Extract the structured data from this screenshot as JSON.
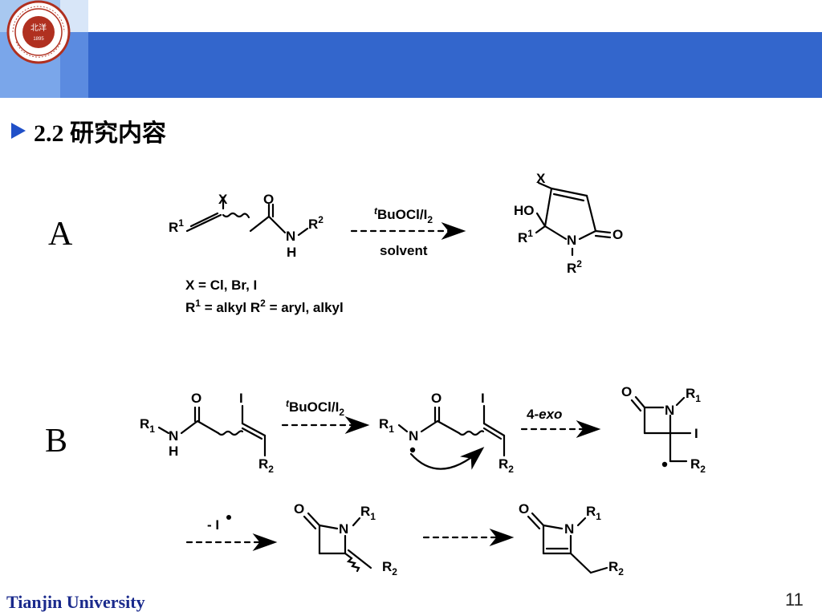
{
  "header": {
    "logo": {
      "icon": "tianjin-university-seal",
      "seal_text": "TIANJIN UNIVERSITY (PEIYANG UNIVERSITY) 北洋 1895 天津大學"
    },
    "colors": {
      "banner": "#3366cc",
      "light_square": "#a8c8f0",
      "mid_square": "#5b8be0"
    }
  },
  "section": {
    "bullet_icon": "arrow-bullet-icon",
    "title": "2.2 研究内容"
  },
  "labels": {
    "a": "A",
    "b": "B"
  },
  "scheme_a": {
    "reactant": {
      "x": "X",
      "o": "O",
      "r1": "R",
      "r1_sup": "1",
      "n": "N",
      "h": "H",
      "r2": "R",
      "r2_sup": "2"
    },
    "reagent_pre": "t",
    "reagent_main": "BuOCl/I",
    "reagent_sub": "2",
    "condition": "solvent",
    "product": {
      "x": "X",
      "ho": "HO",
      "r1": "R",
      "r1_sup": "1",
      "n": "N",
      "o": "O",
      "r2": "R",
      "r2_sup": "2"
    },
    "note1": "X = Cl, Br, I",
    "note2_r1": "R",
    "note2_sup1": "1",
    "note2_mid": " = alkyl R",
    "note2_sup2": "2",
    "note2_end": " = aryl, alkyl"
  },
  "scheme_b": {
    "reactant": {
      "o": "O",
      "i": "I",
      "r1": "R",
      "r1_sub": "1",
      "n": "N",
      "h": "H",
      "r2": "R",
      "r2_sub": "2"
    },
    "reagent_pre": "t",
    "reagent_main": "BuOCl/I",
    "reagent_sub": "2",
    "radical": {
      "o": "O",
      "i": "I",
      "r1": "R",
      "r1_sub": "1",
      "n": "N",
      "r2": "R",
      "r2_sub": "2"
    },
    "cyclization_pre": "4-",
    "cyclization_italic": "exo",
    "adduct": {
      "o": "O",
      "n": "N",
      "r1": "R",
      "r1_sub": "1",
      "i": "I",
      "r2": "R",
      "r2_sub": "2"
    },
    "loss_label": "- I",
    "alkylidene": {
      "o": "O",
      "n": "N",
      "r1": "R",
      "r1_sub": "1",
      "r2": "R",
      "r2_sub": "2"
    },
    "azetinone": {
      "o": "O",
      "n": "N",
      "r1": "R",
      "r1_sub": "1",
      "r2": "R",
      "r2_sub": "2"
    }
  },
  "footer": {
    "university": "Tianjin University",
    "page": "11"
  }
}
